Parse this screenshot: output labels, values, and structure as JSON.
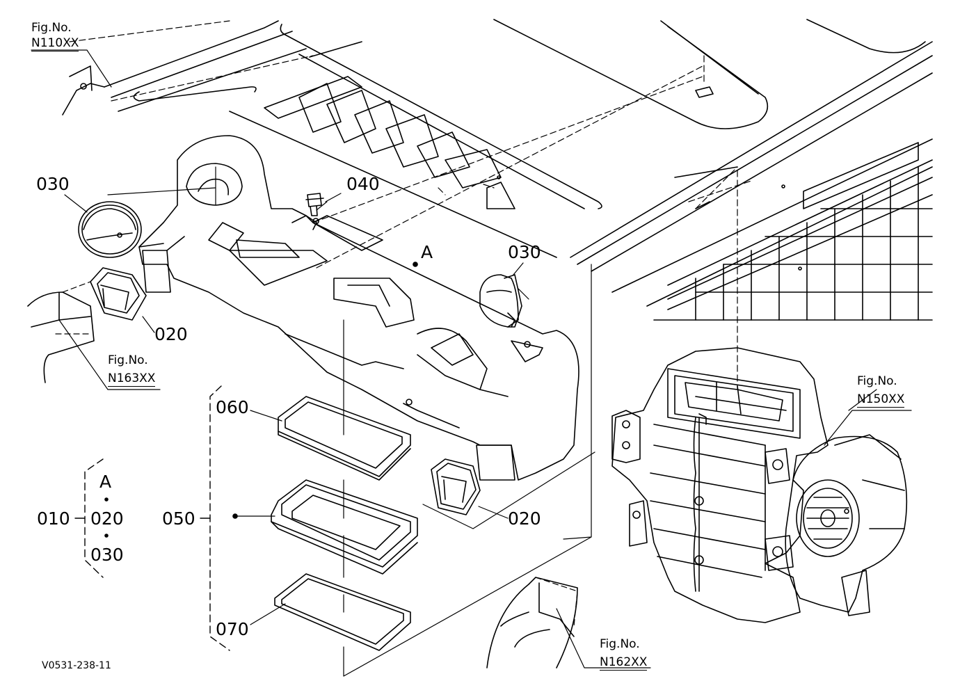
{
  "figure_refs": {
    "n110": {
      "title": "Fig.No.",
      "code": "N110XX"
    },
    "n163": {
      "title": "Fig.No.",
      "code": "N163XX"
    },
    "n150": {
      "title": "Fig.No.",
      "code": "N150XX"
    },
    "n162": {
      "title": "Fig.No.",
      "code": "N162XX"
    }
  },
  "parts": {
    "p030_left": "030",
    "p040": "040",
    "p030_right": "030",
    "p020_left": "020",
    "p020_right": "020",
    "p060": "060",
    "p050": "050",
    "p070": "070",
    "assy_a": "A",
    "p010": "010"
  },
  "assembly_group": {
    "header": "A",
    "items": [
      "020",
      "030"
    ]
  },
  "drawing_code": "V0531-238-11",
  "colors": {
    "line": "#000000",
    "background": "#ffffff"
  }
}
